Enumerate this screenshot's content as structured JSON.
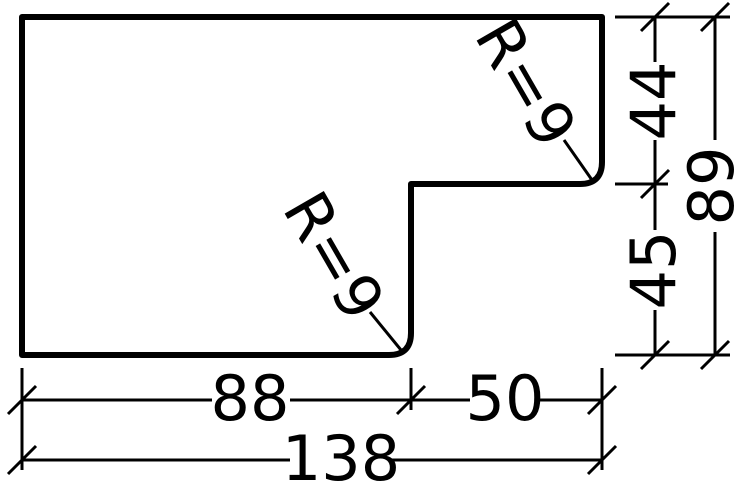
{
  "colors": {
    "ink": "#000000",
    "background": "#ffffff"
  },
  "labels": {
    "radius_upper": "R=9",
    "radius_lower": "R=9",
    "dim_width_left": "88",
    "dim_width_right": "50",
    "dim_width_total": "138",
    "dim_height_top": "44",
    "dim_height_bottom": "45",
    "dim_height_total": "89"
  }
}
